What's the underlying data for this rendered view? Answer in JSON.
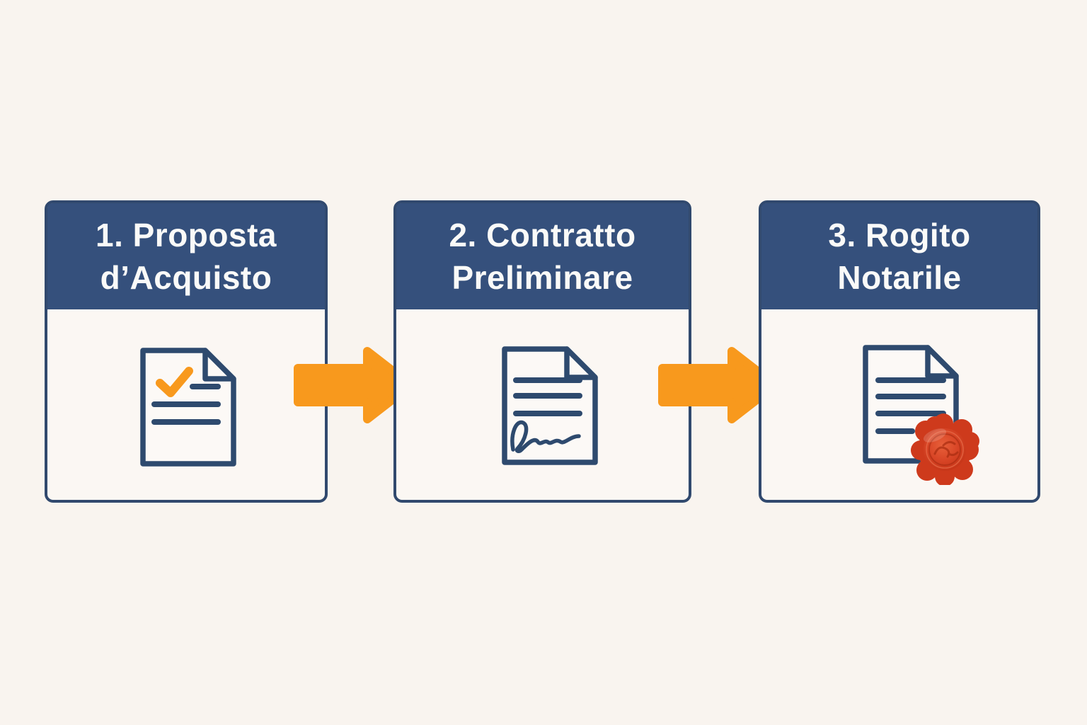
{
  "diagram": {
    "name": "processo-acquisto-immobiliare",
    "steps": [
      {
        "title_line1": "1. Proposta",
        "title_line2": "d’Acquisto",
        "icon": "document-check-icon"
      },
      {
        "title_line1": "2. Contratto",
        "title_line2": "Preliminare",
        "icon": "document-signature-icon"
      },
      {
        "title_line1": "3. Rogito",
        "title_line2": "Notarile",
        "icon": "document-seal-icon"
      }
    ],
    "connectors": [
      {
        "icon": "arrow-right-icon",
        "from": "1. Proposta d’Acquisto",
        "to": "2. Contratto Preliminare"
      },
      {
        "icon": "arrow-right-icon",
        "from": "2. Contratto Preliminare",
        "to": "3. Rogito Notarile"
      }
    ],
    "colors": {
      "page_background": "#F9F4EF",
      "card_background": "#FBF7F3",
      "card_border": "#31496E",
      "header_blue": "#35507C",
      "header_text": "#FAFAF8",
      "arrow_orange": "#F8991D",
      "check_orange": "#F8991D",
      "fold_blue": "#B9CCE5",
      "line_navy": "#2E4A6E",
      "seal_red": "#CE3A1C"
    }
  }
}
